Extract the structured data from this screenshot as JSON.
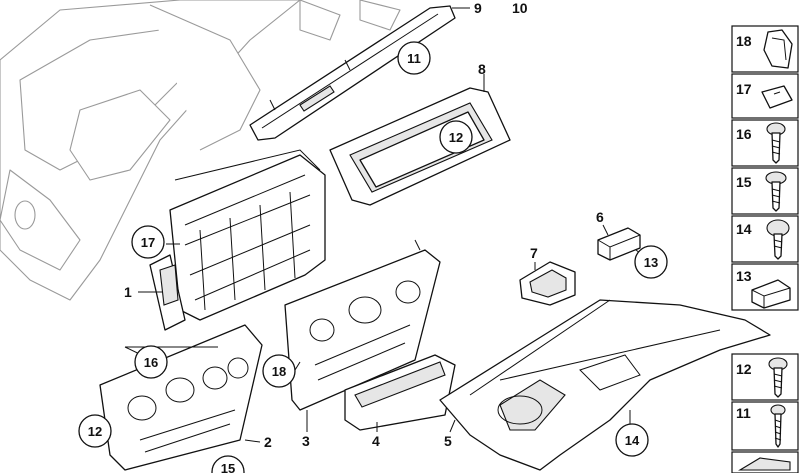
{
  "diagram": {
    "part_numbers": {
      "p1": "1",
      "p2": "2",
      "p3": "3",
      "p4": "4",
      "p5": "5",
      "p6": "6",
      "p7": "7",
      "p8": "8",
      "p9": "9",
      "p10": "10"
    },
    "circle_callouts": {
      "c11": "11",
      "c12a": "12",
      "c13": "13",
      "c14": "14",
      "c16": "16",
      "c17": "17",
      "c18": "18",
      "c12b": "12",
      "c15": "15"
    },
    "fastener_panels": [
      {
        "label": "18"
      },
      {
        "label": "17"
      },
      {
        "label": "16"
      },
      {
        "label": "15"
      },
      {
        "label": "14"
      },
      {
        "label": "13"
      },
      {
        "label": "12"
      },
      {
        "label": "11"
      }
    ]
  }
}
